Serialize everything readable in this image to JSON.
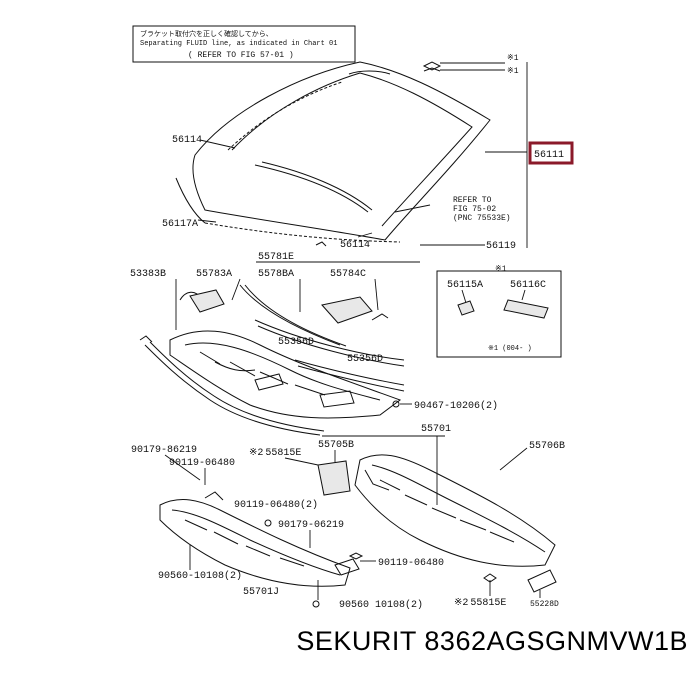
{
  "header_note": {
    "line1": "ブラケット取付穴を正しく確認してから、",
    "line2": "Separating FLUID line, as indicated in Chart 01",
    "line3": "( REFER TO FIG 57-01 )"
  },
  "refer_note": {
    "line1": "REFER TO",
    "line2": "FIG 75-02",
    "line3": "(PNC 75533E)"
  },
  "labels": {
    "p56114_top": "56114",
    "p56111": "56111",
    "p56117a": "56117A",
    "p56114_bottom": "56114",
    "p56119": "56119",
    "p55781e": "55781E",
    "p53383b": "53383B",
    "p55783a": "55783A",
    "p55788a": "5578BA",
    "p55784c": "55784C",
    "p55356d_a": "55356D",
    "p55356d_b": "55356D",
    "p90467": "90467-10206(2)",
    "p55701": "55701",
    "p55706b": "55706B",
    "p90179_a": "90179-86219",
    "p90119_a": "90119-06480",
    "p55815e_a": "55815E",
    "p55705b": "55705B",
    "p90119_b": "90119-06480(2)",
    "p90179_b": "90179-06219",
    "p90119_c": "90119-06480",
    "p90560_a": "90560-10108(2)",
    "p55701j": "55701J",
    "p90560_b": "90560 10108(2)",
    "p55815e_b": "55815E",
    "p55228d": "55228D",
    "star1": "※1",
    "p56115a": "56115A",
    "p56116c": "56116C",
    "inset_note": "※1 (004-     )",
    "star_marker": "※2",
    "star_marker2": "※2"
  },
  "caption": "SEKURIT 8362AGSGNMVW1B"
}
